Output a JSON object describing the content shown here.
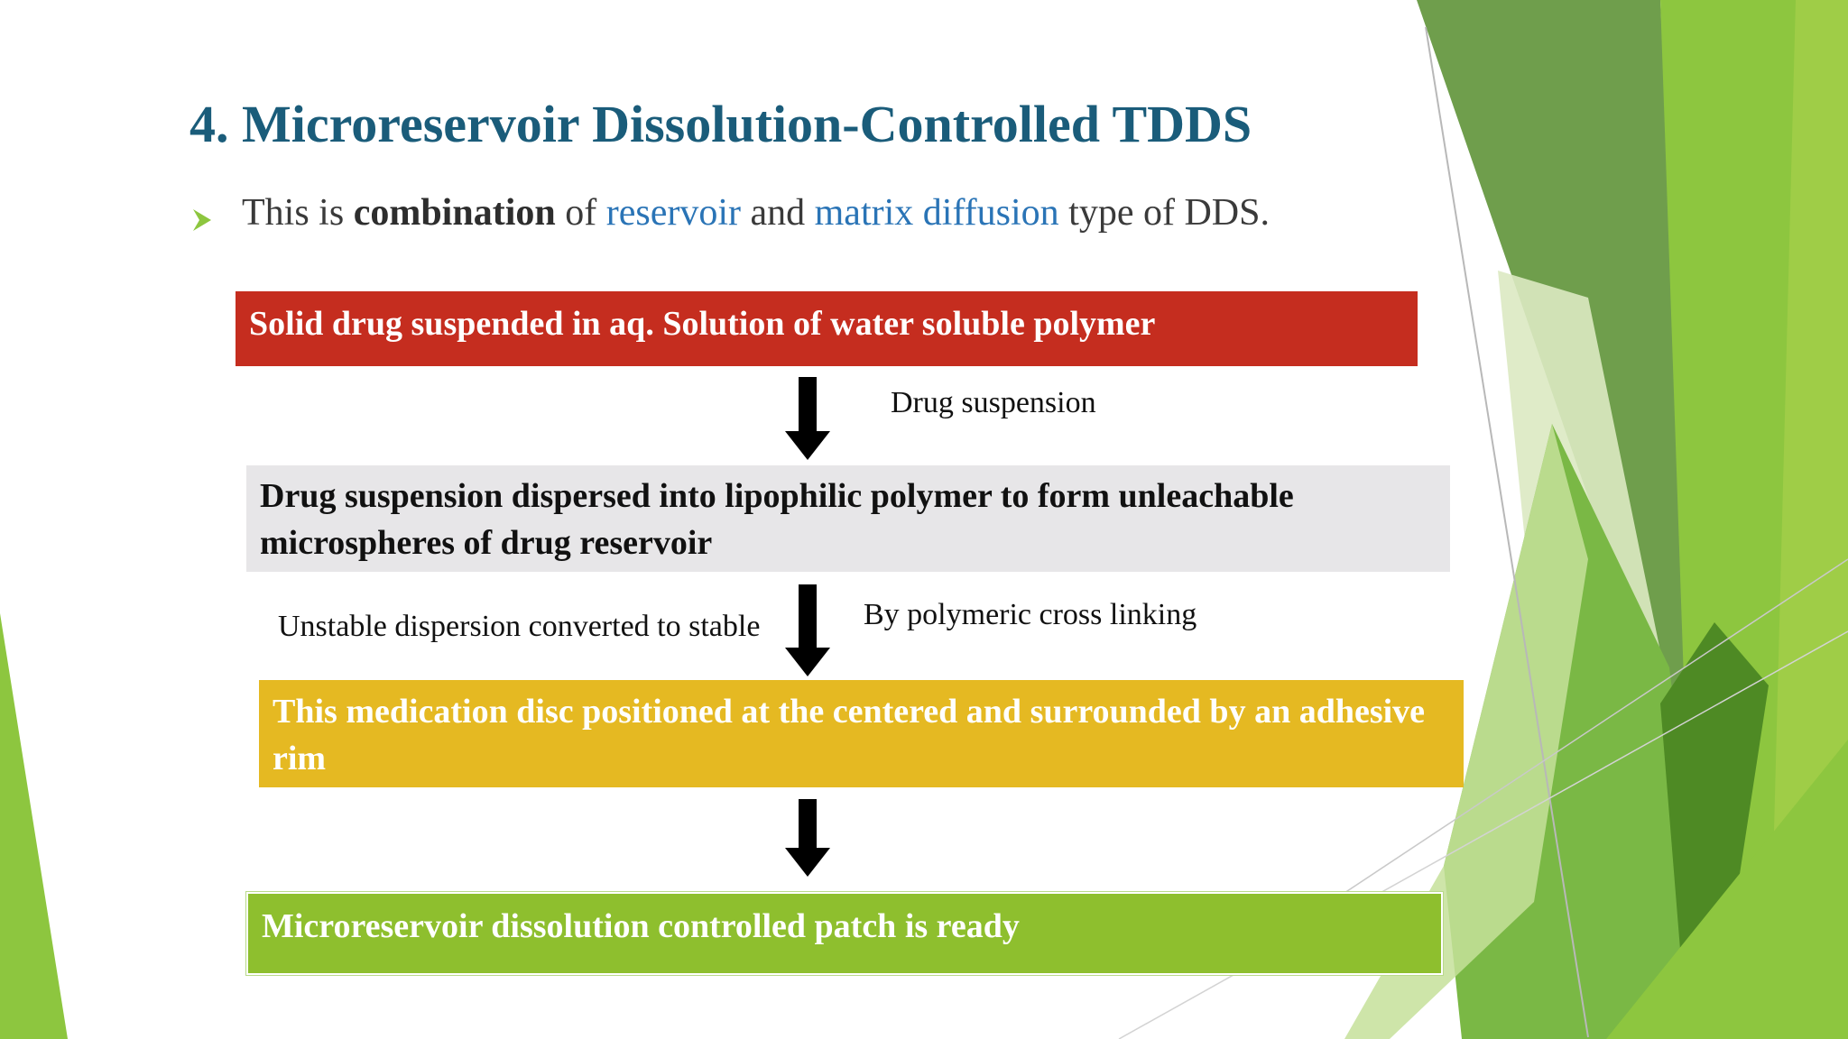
{
  "slide": {
    "title": "4. Microreservoir Dissolution-Controlled TDDS",
    "bullet": {
      "part1": "This is ",
      "bold": "combination",
      "part2": " of ",
      "highlight1": "reservoir",
      "part3": " and ",
      "highlight2": "matrix diffusion",
      "part4": " type of DDS."
    }
  },
  "flow": {
    "step1": "Solid drug suspended in aq. Solution of water soluble polymer",
    "note1": "Drug suspension",
    "step2": "Drug suspension dispersed into lipophilic polymer to form unleachable microspheres of drug reservoir",
    "note2_left": "Unstable dispersion converted to stable",
    "note2_right": "By polymeric cross linking",
    "step3": "This medication disc positioned at the centered and surrounded by an adhesive rim",
    "step4": "Microreservoir dissolution controlled patch is ready"
  },
  "colors": {
    "title": "#1a5c7a",
    "highlight": "#2a74b6",
    "step1_bg": "#c52d1f",
    "step2_bg": "#e7e6e8",
    "step3_bg": "#e5b922",
    "step4_bg": "#8ebf2e",
    "accent_green": "#8dc63f"
  }
}
